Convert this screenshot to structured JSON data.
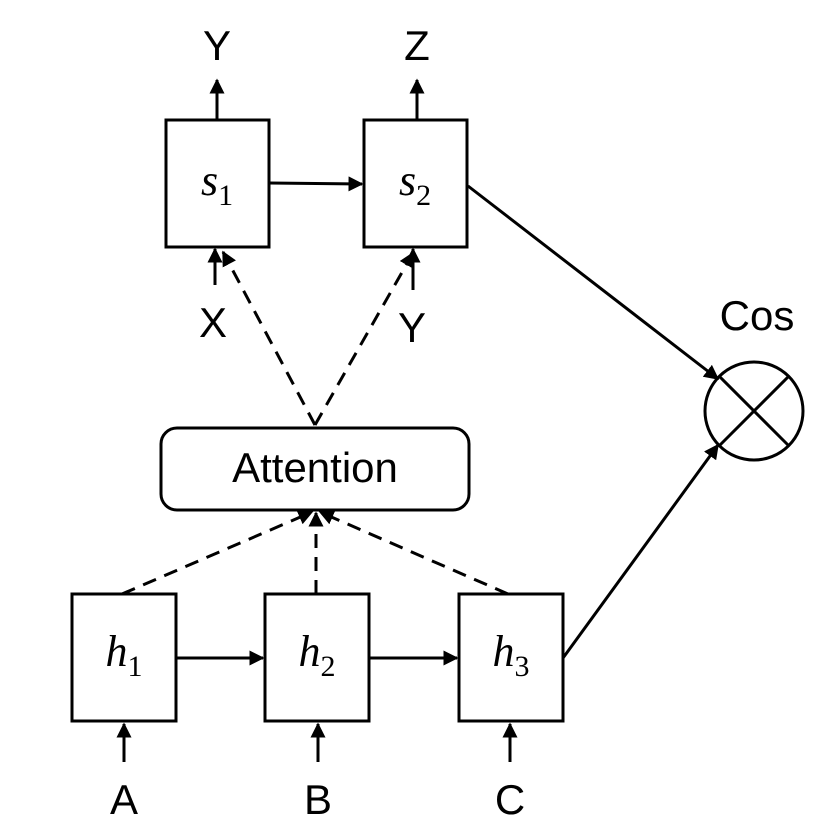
{
  "decoder": {
    "s1": {
      "base": "s",
      "subscript": "1"
    },
    "s2": {
      "base": "s",
      "subscript": "2"
    },
    "outputs": [
      "Y",
      "Z"
    ],
    "inputs": [
      "X",
      "Y"
    ]
  },
  "attention": {
    "label": "Attention"
  },
  "encoder": {
    "h1": {
      "base": "h",
      "subscript": "1"
    },
    "h2": {
      "base": "h",
      "subscript": "2"
    },
    "h3": {
      "base": "h",
      "subscript": "3"
    },
    "inputs": [
      "A",
      "B",
      "C"
    ]
  },
  "similarity": {
    "label": "Cos"
  }
}
